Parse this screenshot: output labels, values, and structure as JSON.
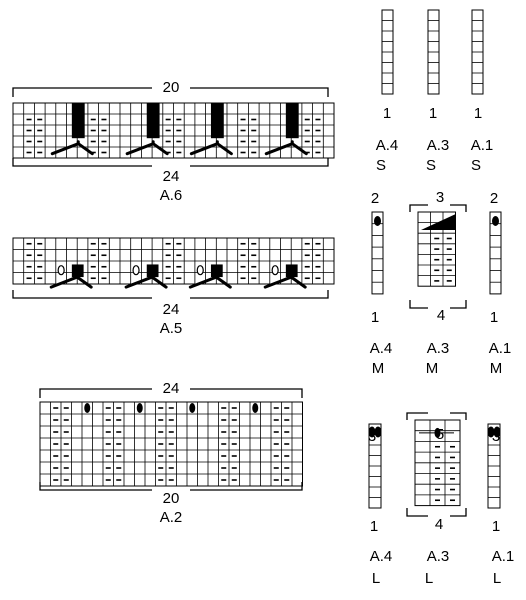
{
  "charts": {
    "a6": {
      "top_count": "20",
      "bottom_count": "24",
      "name": "A.6"
    },
    "a5": {
      "bottom_count": "24",
      "name": "A.5"
    },
    "a2": {
      "top_count": "24",
      "bottom_count": "20",
      "name": "A.2"
    }
  },
  "size_s": {
    "columns": [
      {
        "repeat": "1",
        "name": "A.4",
        "size": "S"
      },
      {
        "repeat": "1",
        "name": "A.3",
        "size": "S"
      },
      {
        "repeat": "1",
        "name": "A.1",
        "size": "S"
      }
    ]
  },
  "size_m": {
    "a4": {
      "top": "2",
      "repeat": "1",
      "name": "A.4",
      "size": "M"
    },
    "a3": {
      "top": "3",
      "bottom": "4",
      "name": "A.3",
      "size": "M"
    },
    "a1": {
      "top": "2",
      "repeat": "1",
      "name": "A.1",
      "size": "M"
    }
  },
  "size_l": {
    "a4": {
      "top": "3",
      "repeat": "1",
      "name": "A.4",
      "size": "L"
    },
    "a3": {
      "top": "5",
      "bottom": "4",
      "name": "A.3",
      "size": "L"
    },
    "a1": {
      "top": "3",
      "repeat": "1",
      "name": "A.1",
      "size": "L"
    }
  }
}
